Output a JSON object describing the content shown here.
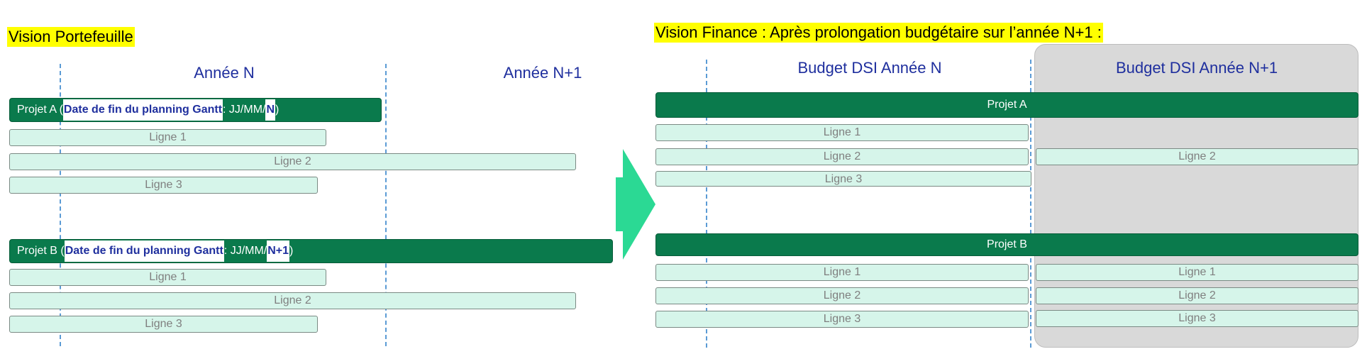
{
  "left": {
    "title": "Vision Portefeuille",
    "year_n": "Année N",
    "year_n1": "Année N+1",
    "project_a": {
      "prefix": "Projet A (",
      "hl_label": "Date de fin du planning Gantt",
      "mid": ": JJ/MM/",
      "hl_year": "N",
      "suffix": ")"
    },
    "project_b": {
      "prefix": "Projet B (",
      "hl_label": "Date de fin du planning Gantt",
      "mid": ": JJ/MM/",
      "hl_year": "N+1",
      "suffix": ")"
    },
    "lines_a": [
      "Ligne 1",
      "Ligne 2",
      "Ligne 3"
    ],
    "lines_b": [
      "Ligne 1",
      "Ligne 2",
      "Ligne 3"
    ]
  },
  "right": {
    "title": "Vision Finance : Après prolongation budgétaire sur l’année N+1 :",
    "budget_n": "Budget DSI Année N",
    "budget_n1": "Budget DSI Année N+1",
    "project_a": "Projet A",
    "project_b": "Projet B",
    "lines_a_n": [
      "Ligne 1",
      "Ligne 2",
      "Ligne 3"
    ],
    "lines_a_n1": [
      "Ligne 2"
    ],
    "lines_b_n": [
      "Ligne 1",
      "Ligne 2",
      "Ligne 3"
    ],
    "lines_b_n1": [
      "Ligne 1",
      "Ligne 2",
      "Ligne 3"
    ]
  },
  "colors": {
    "project_green": "#0a7a4c",
    "line_fill": "#d6f5ea",
    "arrow": "#2bd994",
    "highlight": "#ffff00",
    "year_text": "#1f2f9e",
    "guide": "#5b9bd5",
    "next_year_zone": "#d9d9d9"
  }
}
